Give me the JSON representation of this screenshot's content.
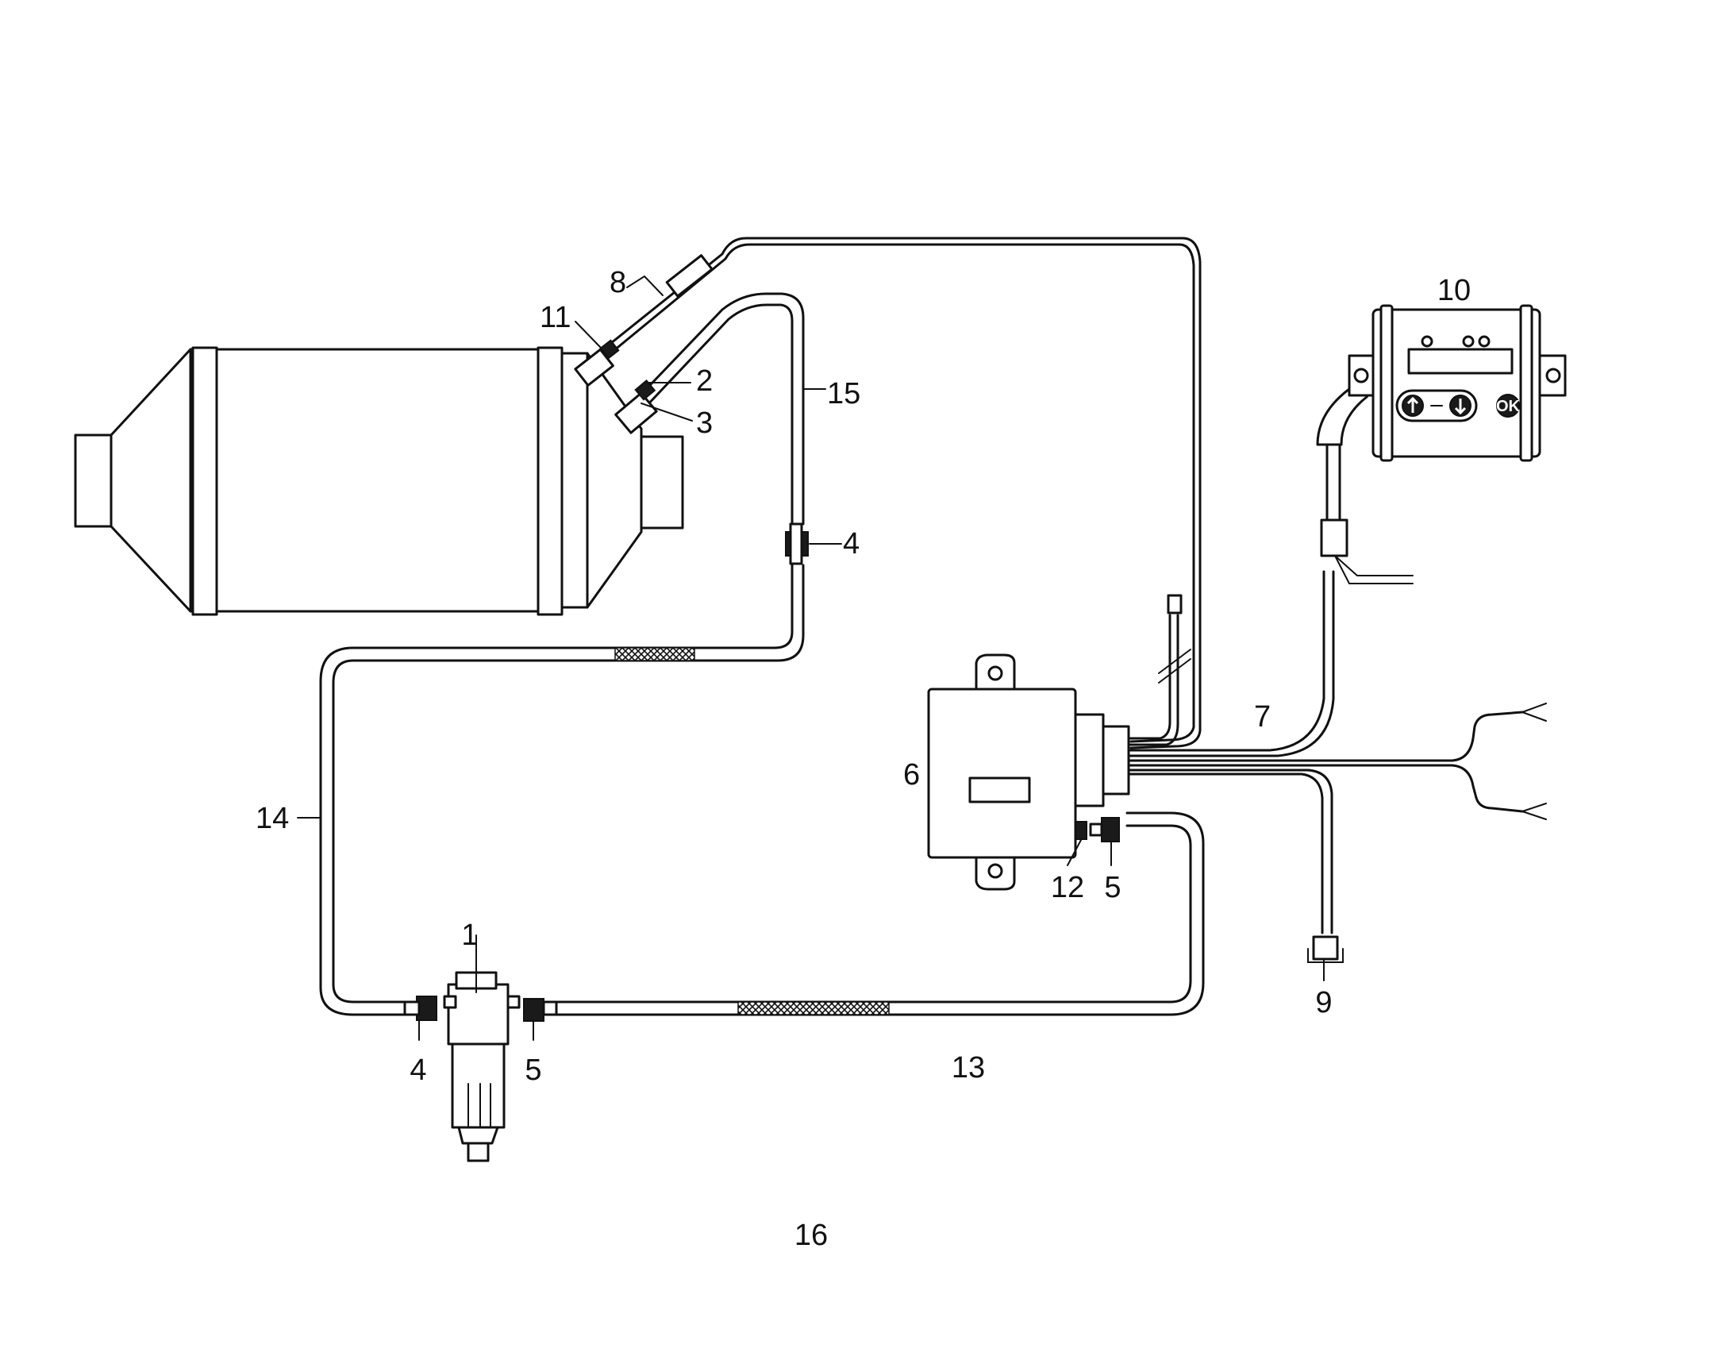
{
  "callouts": {
    "c1": "1",
    "c2": "2",
    "c3": "3",
    "c4a": "4",
    "c4b": "4",
    "c5a": "5",
    "c5b": "5",
    "c6": "6",
    "c7": "7",
    "c8": "8",
    "c9": "9",
    "c10": "10",
    "c11": "11",
    "c12": "12",
    "c13": "13",
    "c14": "14",
    "c15": "15",
    "c16": "16"
  },
  "display_unit": {
    "ok_label": "OK"
  },
  "colors": {
    "line": "#111111",
    "background": "#ffffff"
  }
}
